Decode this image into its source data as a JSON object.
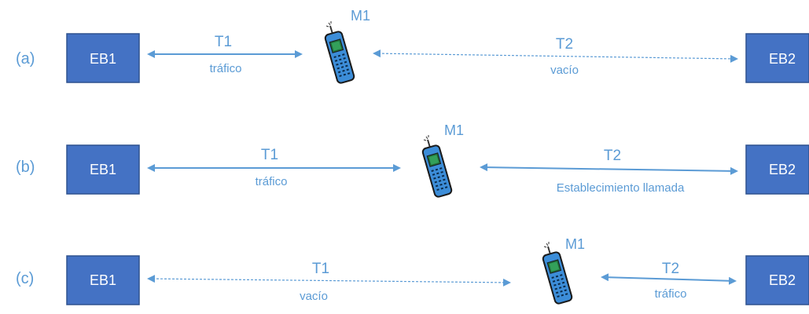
{
  "colors": {
    "box_fill": "#4472C4",
    "box_stroke": "#2F528F",
    "line": "#5B9BD5",
    "text": "#5B9BD5",
    "box_text": "#ffffff"
  },
  "phone_icon": "mobile-phone-icon",
  "rows": [
    {
      "label": "(a)",
      "base_left": "EB1",
      "base_right": "EB2",
      "mobile": "M1",
      "link_left": {
        "name": "T1",
        "state": "tráfico",
        "style": "solid"
      },
      "link_right": {
        "name": "T2",
        "state": "vacío",
        "style": "dashed"
      }
    },
    {
      "label": "(b)",
      "base_left": "EB1",
      "base_right": "EB2",
      "mobile": "M1",
      "link_left": {
        "name": "T1",
        "state": "tráfico",
        "style": "solid"
      },
      "link_right": {
        "name": "T2",
        "state": "Establecimiento llamada",
        "style": "solid"
      }
    },
    {
      "label": "(c)",
      "base_left": "EB1",
      "base_right": "EB2",
      "mobile": "M1",
      "link_left": {
        "name": "T1",
        "state": "vacío",
        "style": "dashed"
      },
      "link_right": {
        "name": "T2",
        "state": "tráfico",
        "style": "solid"
      }
    }
  ]
}
